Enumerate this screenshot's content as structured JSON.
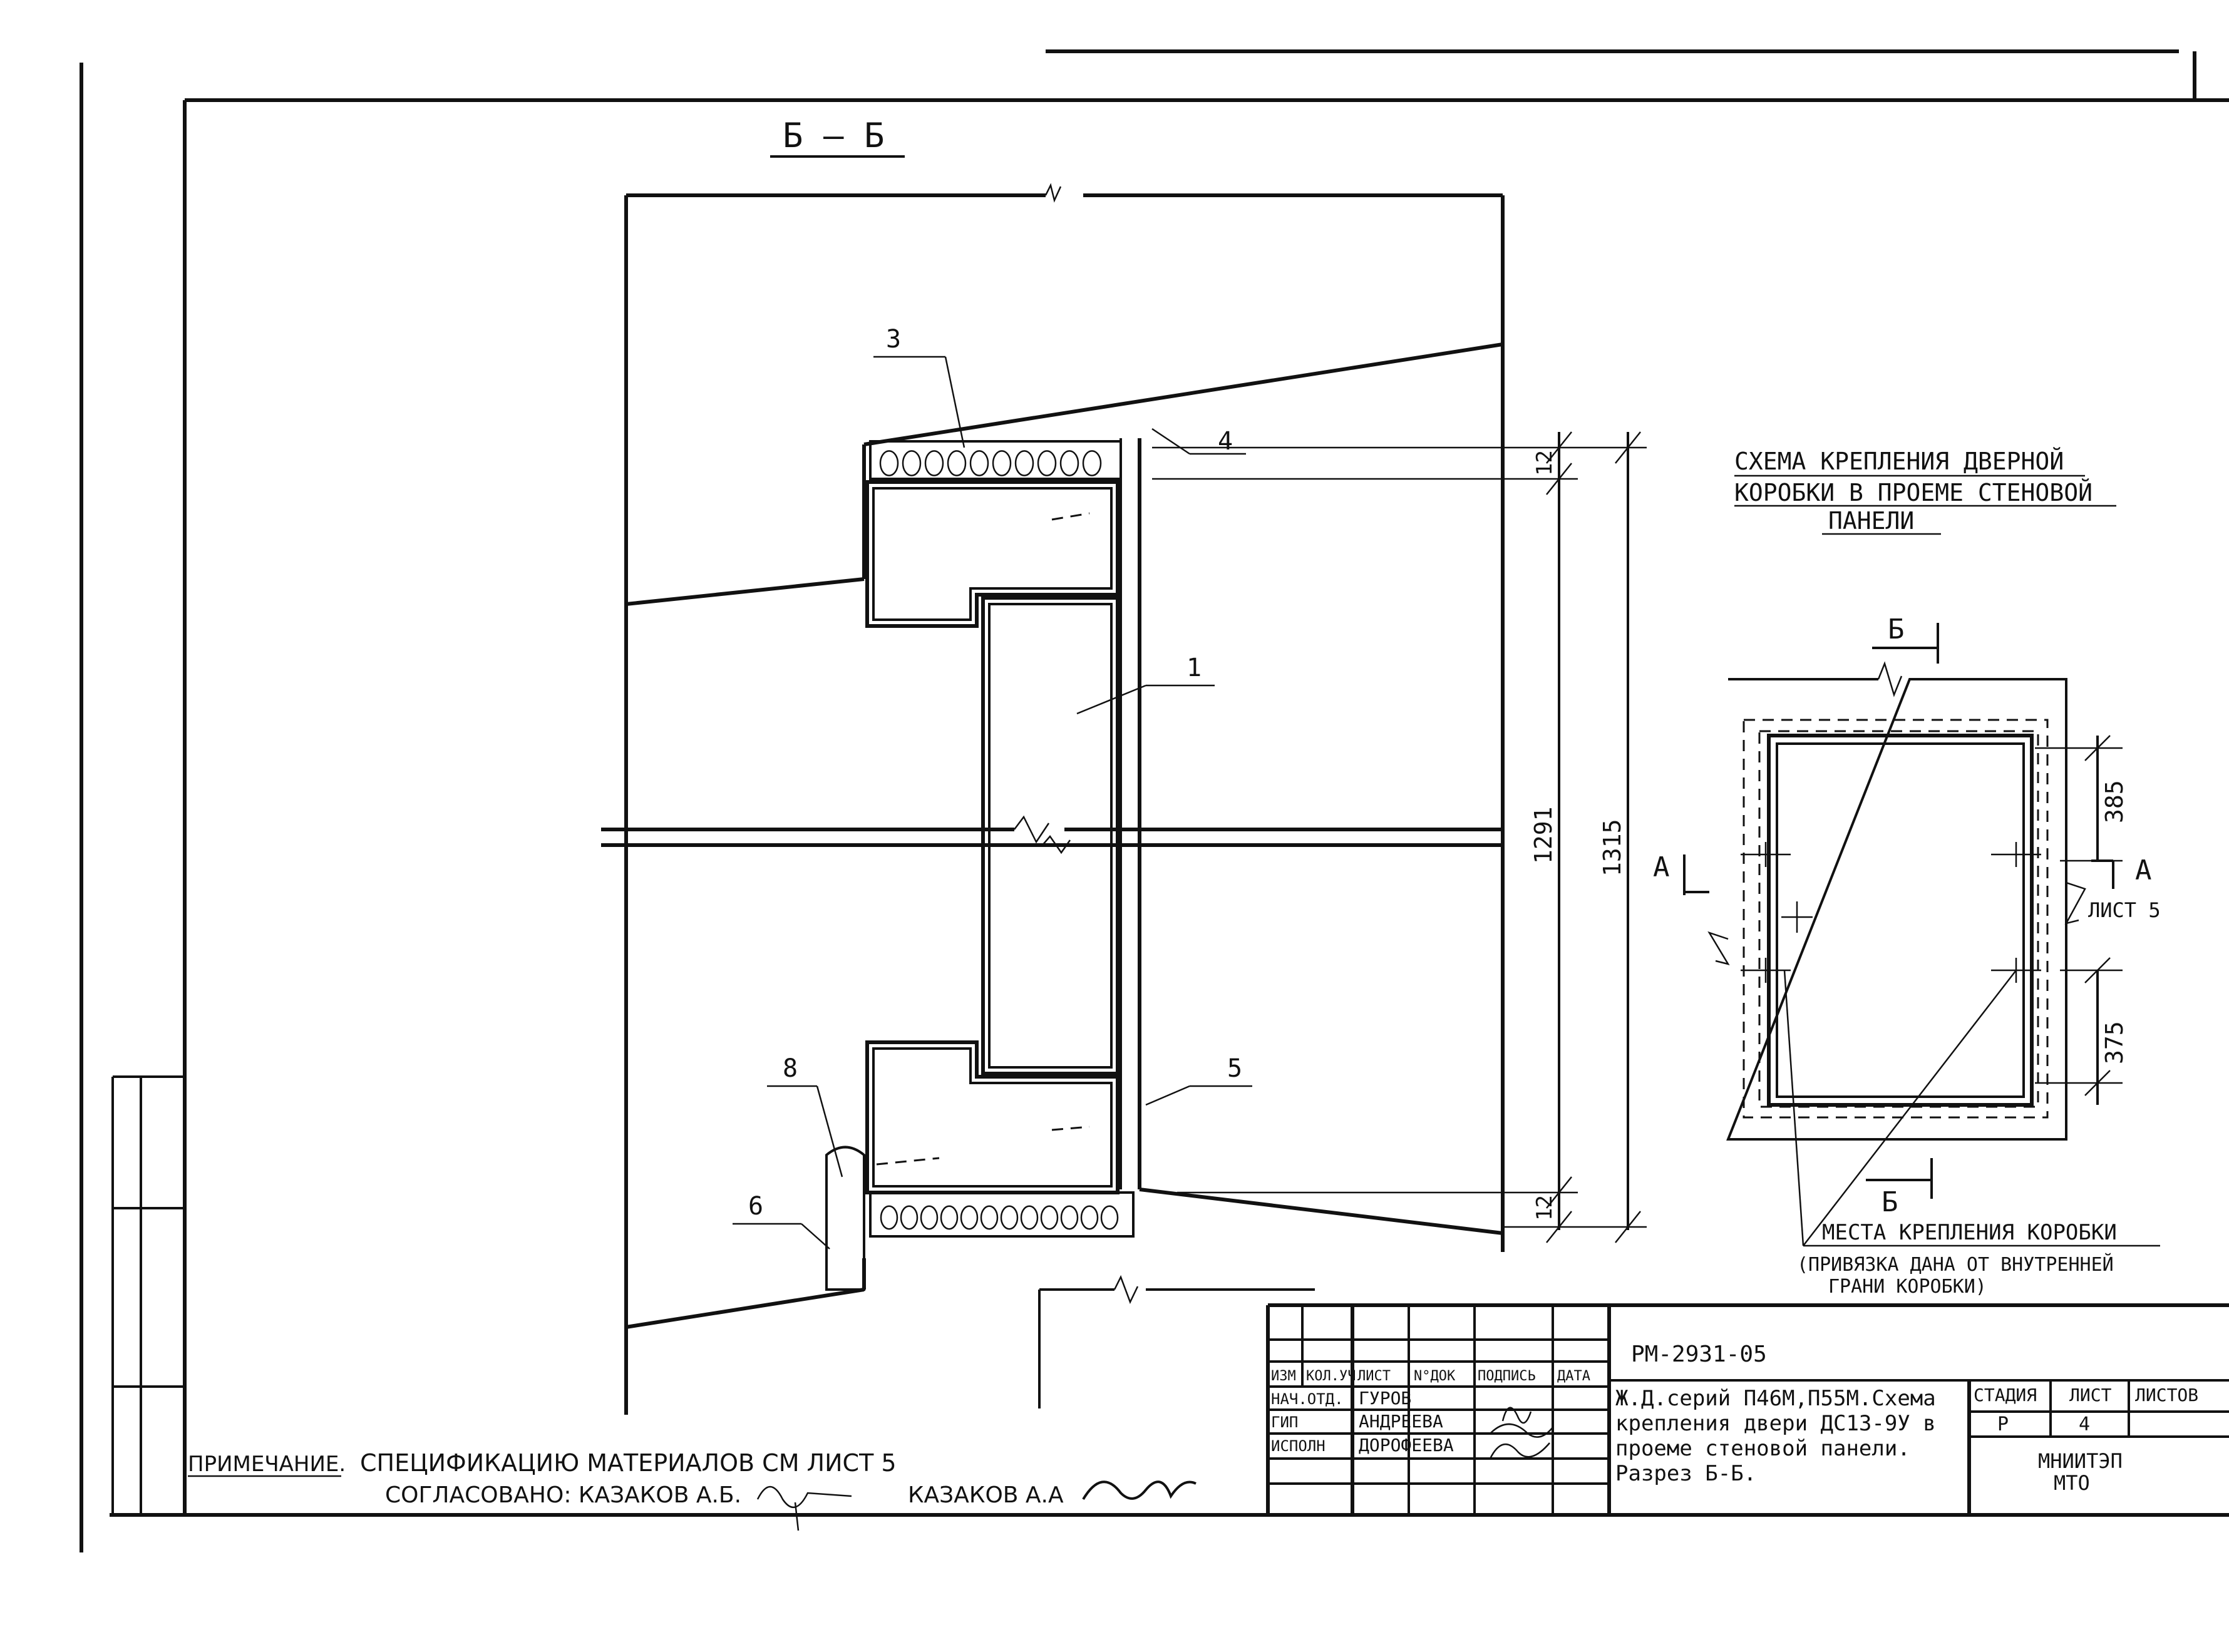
{
  "section_title": "Б – Б",
  "scheme": {
    "title_lines": [
      "СХЕМА КРЕПЛЕНИЯ ДВЕРНОЙ",
      "КОРОБКИ В ПРОЕМЕ СТЕНОВОЙ",
      "ПАНЕЛИ"
    ],
    "section_b": "Б",
    "section_a": "А",
    "dim_top": "385",
    "dim_bottom": "375",
    "sheet_ref": "ЛИСТ 5",
    "fix_label_1": "МЕСТА КРЕПЛЕНИЯ КОРОБКИ",
    "fix_label_2": "(ПРИВЯЗКА ДАНА ОТ ВНУТРЕННЕЙ",
    "fix_label_3": "ГРАНИ КОРОБКИ)"
  },
  "section": {
    "callouts": [
      "1",
      "3",
      "4",
      "5",
      "6",
      "8"
    ],
    "dim_12_top": "12",
    "dim_12_bottom": "12",
    "dim_1291": "1291",
    "dim_1315": "1315"
  },
  "note": {
    "line1_label": "ПРИМЕЧАНИЕ.",
    "line1_text": "СПЕЦИФИКАЦИЮ МАТЕРИАЛОВ СМ ЛИСТ 5",
    "line2": "СОГЛАСОВАНО: КАЗАКОВ А.Б.",
    "line2_right": "КАЗАКОВ А.А"
  },
  "title_block": {
    "doc_code": "РМ-2931-05",
    "headers": [
      "ИЗМ",
      "КОЛ.УЧ",
      "ЛИСТ",
      "N°ДОК",
      "ПОДПИСЬ",
      "ДАТА"
    ],
    "roles": [
      {
        "role": "НАЧ.ОТД.",
        "name": "ГУРОВ"
      },
      {
        "role": "ГИП",
        "name": "АНДРЕЕВА"
      },
      {
        "role": "ИСПОЛН",
        "name": "ДОРОФЕЕВА"
      }
    ],
    "description": [
      "Ж.Д.серий П46М,П55М.Схема",
      "крепления двери ДС13-9У в",
      "проеме стеновой панели.",
      "Разрез  Б-Б."
    ],
    "stage_header": "СТАДИЯ",
    "sheet_header": "ЛИСТ",
    "sheets_header": "ЛИСТОВ",
    "stage": "Р",
    "sheet": "4",
    "sheets": "",
    "org_line1": "МНИИТЭП",
    "org_line2": "МТО"
  }
}
